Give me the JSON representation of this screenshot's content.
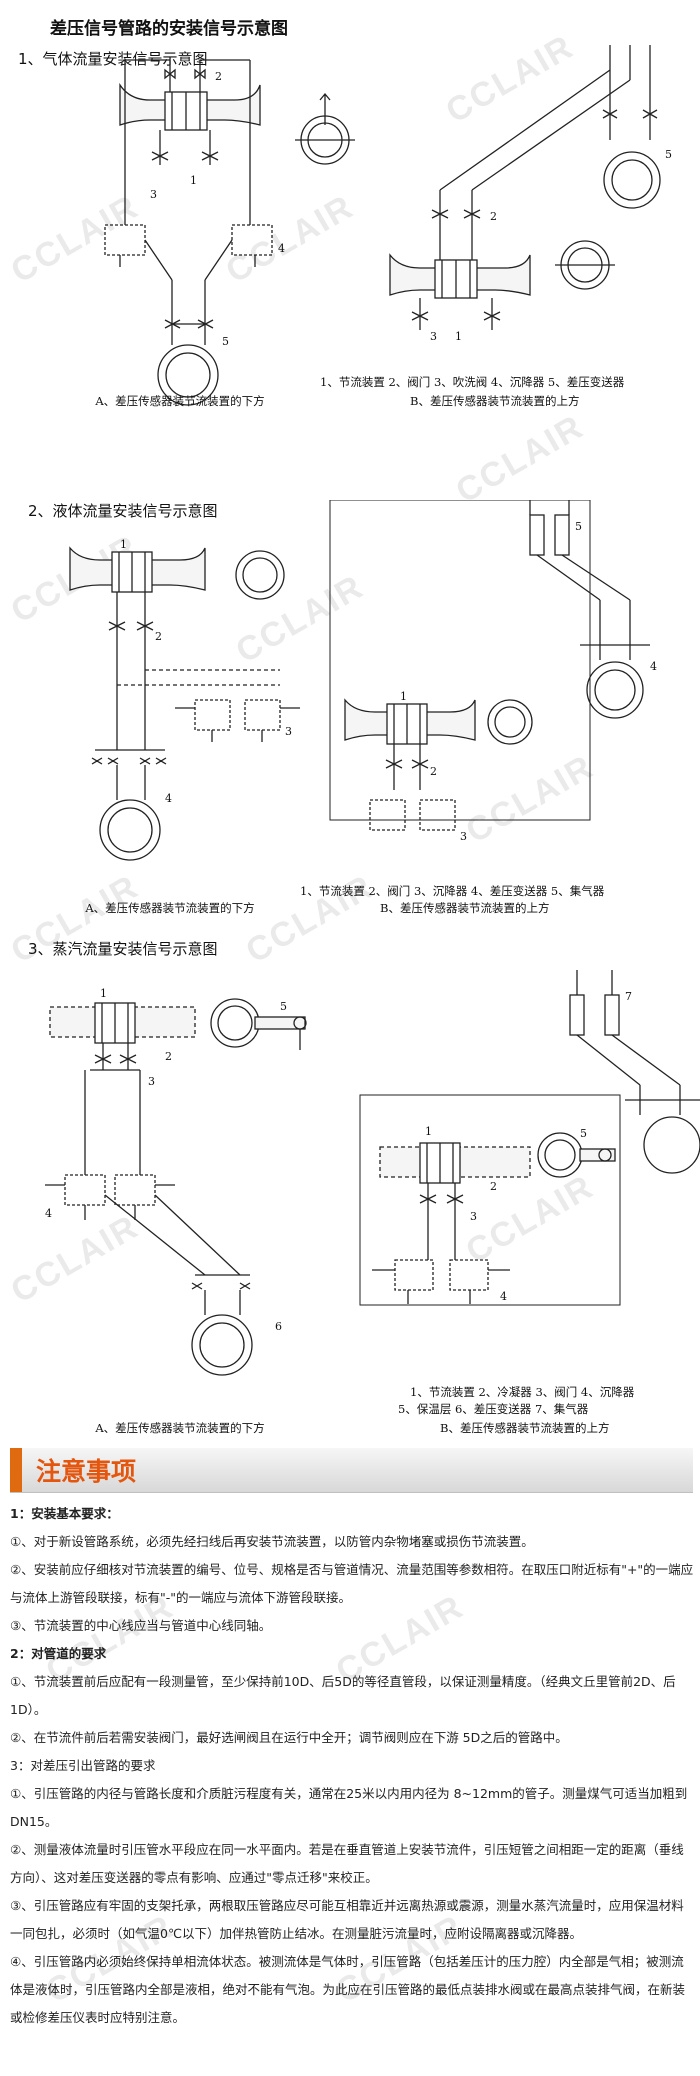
{
  "page_title": "差压信号管路的安装信号示意图",
  "watermark": "CCLAIR",
  "sections": {
    "gas": {
      "title": "1、气体流量安装信号示意图",
      "caption_a": "A、差压传感器装节流装置的下方",
      "legend_b": "1、节流装置 2、阀门 3、吹洗阀 4、沉降器 5、差压变送器",
      "caption_b": "B、差压传感器装节流装置的上方",
      "labels": [
        "1",
        "2",
        "3",
        "4",
        "5"
      ]
    },
    "liquid": {
      "title": "2、液体流量安装信号示意图",
      "caption_a": "A、差压传感器装节流装置的下方",
      "legend_b": "1、节流装置 2、阀门 3、沉降器 4、差压变送器 5、集气器",
      "caption_b": "B、差压传感器装节流装置的上方",
      "labels": [
        "1",
        "2",
        "3",
        "4",
        "5"
      ]
    },
    "steam": {
      "title": "3、蒸汽流量安装信号示意图",
      "caption_a": "A、差压传感器装节流装置的下方",
      "legend_b1": "1、节流装置 2、冷凝器 3、阀门 4、沉降器",
      "legend_b2": "5、保温层   6、差压变送器 7、集气器",
      "caption_b": "B、差压传感器装节流装置的上方",
      "labels": [
        "1",
        "2",
        "3",
        "4",
        "5",
        "6",
        "7"
      ]
    }
  },
  "notice": {
    "title": "注意事项",
    "h1": "1：安装基本要求：",
    "p1": "①、对于新设管路系统，必须先经扫线后再安装节流装置，以防管内杂物堵塞或损伤节流装置。",
    "p2": "②、安装前应仔细核对节流装置的编号、位号、规格是否与管道情况、流量范围等参数相符。在取压口附近标有\"+\"的一端应与流体上游管段联接，标有\"-\"的一端应与流体下游管段联接。",
    "p3": "③、节流装置的中心线应当与管道中心线同轴。",
    "h2": "2：对管道的要求",
    "p4": "①、节流装置前后应配有一段测量管，至少保持前10D、后5D的等径直管段，以保证测量精度。（经典文丘里管前2D、后1D）。",
    "p5": "②、在节流件前后若需安装阀门，最好选闸阀且在运行中全开；调节阀则应在下游 5D之后的管路中。",
    "h3": "3：对差压引出管路的要求",
    "p6": "①、引压管路的内径与管路长度和介质脏污程度有关，通常在25米以内用内径为 8~12mm的管子。测量煤气可适当加粗到DN15。",
    "p7": "②、测量液体流量时引压管水平段应在同一水平面内。若是在垂直管道上安装节流件，引压短管之间相距一定的距离（垂线方向）、这对差压变送器的零点有影响、应通过\"零点迁移\"来校正。",
    "p8": "③、引压管路应有牢固的支架托承，两根取压管路应尽可能互相靠近并远离热源或震源，测量水蒸汽流量时，应用保温材料一同包扎，必须时（如气温0℃以下）加伴热管防止结冰。在测量脏污流量时，应附设隔离器或沉降器。",
    "p9": "④、引压管路内必须始终保持单相流体状态。被测流体是气体时，引压管路（包括差压计的压力腔）内全部是气相；被测流体是液体时，引压管路内全部是液相，绝对不能有气泡。为此应在引压管路的最低点装排水阀或在最高点装排气阀，在新装或检修差压仪表时应特别注意。"
  }
}
